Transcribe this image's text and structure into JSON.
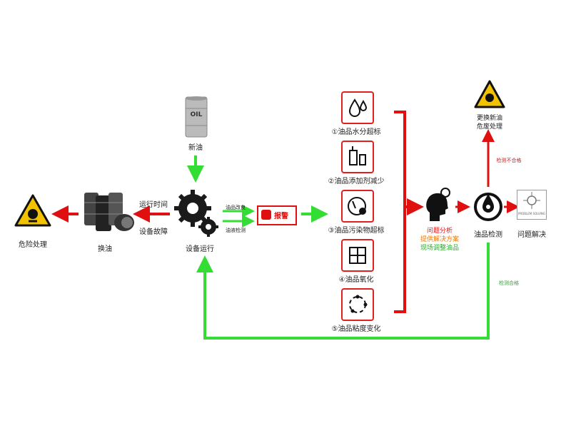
{
  "nodes": {
    "new_oil": "新油",
    "oil_barrel_text": "OIL",
    "equipment_run": "设备运行",
    "oil_change": "换油",
    "danger_handle": "危险处理",
    "run_time": "运行时间",
    "equipment_fault": "设备故障",
    "oil_bad": "油品改良",
    "oil_detect": "油液检测",
    "alarm": "报警",
    "problem_analysis": "问题分析",
    "provide_solution": "提供解决方案",
    "onsite_adjust": "现场调整油品",
    "oil_inspection": "油品检测",
    "problem_solved": "问题解决",
    "problem_solving_caption": "PROBLEM SOLVING",
    "replace_new_oil": "更换新油",
    "waste_handle": "危废处理",
    "detect_fail": "检测不合格",
    "detect_pass": "检测合格"
  },
  "issues": [
    {
      "label": "①油品水分超标",
      "icon": "water-drops-icon"
    },
    {
      "label": "②油品添加剂减少",
      "icon": "additive-icon"
    },
    {
      "label": "③油品污染物超标",
      "icon": "pollutant-icon"
    },
    {
      "label": "④油品氧化",
      "icon": "oxidation-icon"
    },
    {
      "label": "⑤油品粘度变化",
      "icon": "viscosity-icon"
    }
  ],
  "colors": {
    "red": "#e01010",
    "green": "#33dd33",
    "orange": "#e87a00",
    "warning_yellow": "#f2c200"
  }
}
